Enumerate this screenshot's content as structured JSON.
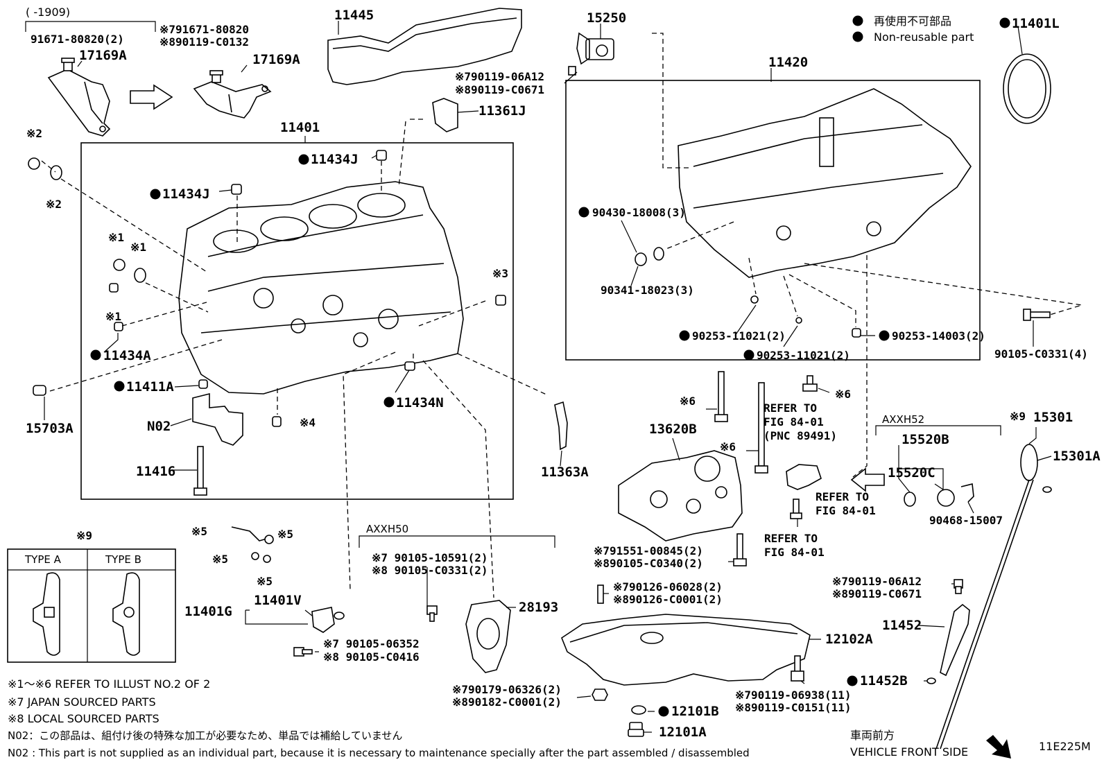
{
  "top_left": {
    "date_range": "(      -1909)",
    "bolt_group": "91671-80820(2)",
    "alt_line1": "※791671-80820",
    "alt_line2": "※890119-C0132"
  },
  "legend": {
    "nonreusable_jp": "再使用不可部品",
    "nonreusable_en": "Non-reusable part"
  },
  "parts": {
    "p17169A_a": "17169A",
    "p17169A_b": "17169A",
    "p11445": "11445",
    "p15250": "15250",
    "p15250_bolt1": "※790119-06A12",
    "p15250_bolt2": "※890119-C0671",
    "p11361J": "11361J",
    "p11401L": "11401L",
    "p11420": "11420",
    "p11401": "11401",
    "p11434J_a": "11434J",
    "p11434J_b": "11434J",
    "mark2a": "※2",
    "mark2b": "※2",
    "mark1a": "※1",
    "mark1b": "※1",
    "mark1c": "※1",
    "mark3": "※3",
    "mark4": "※4",
    "p11434A": "11434A",
    "p11411A": "11411A",
    "p11434N": "11434N",
    "p15703A": "15703A",
    "pN02": "N02",
    "p11416": "11416",
    "p11363A": "11363A",
    "p90430": "90430-18008(3)",
    "p90341": "90341-18023(3)",
    "p90253a": "90253-11021(2)",
    "p90253b": "90253-11021(2)",
    "p90253c": "90253-14003(2)",
    "p90105_c0331": "90105-C0331(4)",
    "mark6a": "※6",
    "mark6b": "※6",
    "mark6c": "※6",
    "p13620B": "13620B",
    "refer1a": "REFER TO",
    "refer1b": "FIG 84-01",
    "refer1c": "(PNC 89491)",
    "refer2a": "REFER TO",
    "refer2b": "FIG 84-01",
    "refer3a": "REFER TO",
    "refer3b": "FIG 84-01",
    "axxh52": "AXXH52",
    "mark9b": "※9",
    "p15301": "15301",
    "p15301A": "15301A",
    "p15520B": "15520B",
    "p15520C": "15520C",
    "p90468": "90468-15007",
    "p13620_bolt1": "※791551-00845(2)",
    "p13620_bolt2": "※890105-C0340(2)",
    "mark9a": "※9",
    "type_a": "TYPE A",
    "type_b": "TYPE B",
    "mark5a": "※5",
    "mark5b": "※5",
    "mark5c": "※5",
    "mark5d": "※5",
    "p11401G": "11401G",
    "p11401V": "11401V",
    "p11401V_bolt1": "※7 90105-06352",
    "p11401V_bolt2": "※8 90105-C0416",
    "axxh50": "AXXH50",
    "axxh50_bolt1": "※7 90105-10591(2)",
    "axxh50_bolt2": "※8 90105-C0331(2)",
    "p28193": "28193",
    "stud1": "※790126-06028(2)",
    "stud2": "※890126-C0001(2)",
    "p12102A": "12102A",
    "drain1": "※790179-06326(2)",
    "drain2": "※890182-C0001(2)",
    "pan_bolt1": "※790119-06938(11)",
    "pan_bolt2": "※890119-C0151(11)",
    "p12101B": "12101B",
    "p12101A": "12101A",
    "gauge_bolt1": "※790119-06A12",
    "gauge_bolt2": "※890119-C0671",
    "p11452": "11452",
    "p11452B": "11452B"
  },
  "notes": {
    "n1": "※1～※6  REFER TO ILLUST NO.2 OF 2",
    "n7": "※7 JAPAN SOURCED PARTS",
    "n8": "※8 LOCAL SOURCED PARTS",
    "n02_jp": "N02：この部品は、組付け後の特殊な加工が必要なため、単品では補給していません",
    "n02_en": "N02 : This part is not supplied as an individual part, because it is necessary to maintenance specially after the part assembled / disassembled",
    "front_jp": "車両前方",
    "front_en": "VEHICLE FRONT SIDE",
    "fig_id": "11E225M"
  }
}
